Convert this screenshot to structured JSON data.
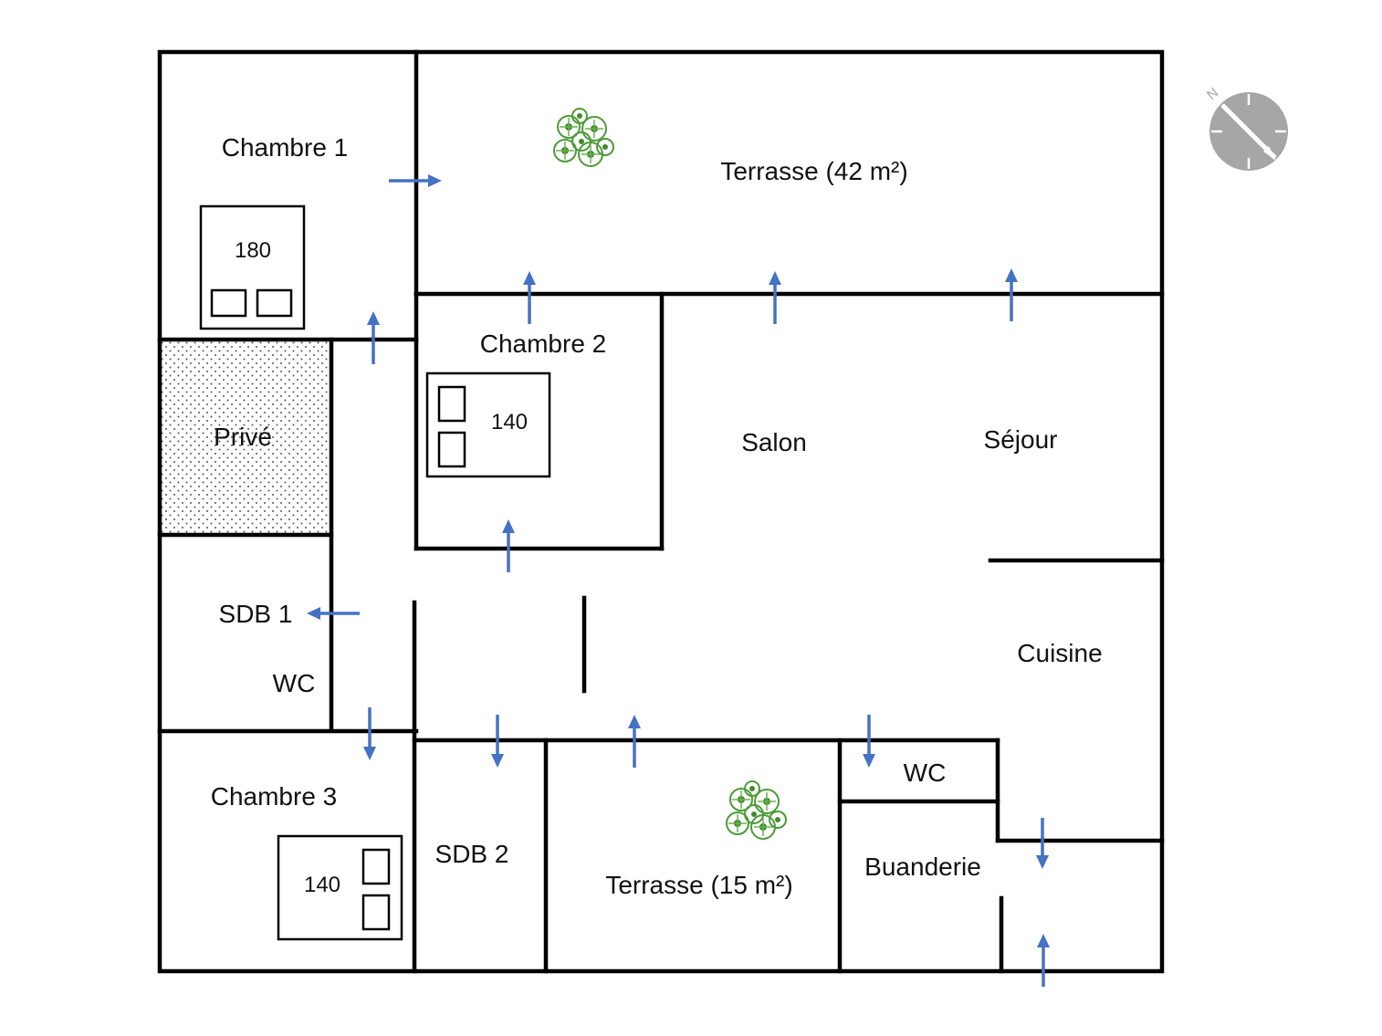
{
  "rooms": {
    "chambre1": "Chambre 1",
    "terrasse_nord": "Terrasse (42 m²)",
    "chambre2": "Chambre 2",
    "salon": "Salon",
    "sejour": "Séjour",
    "prive": "Privé",
    "sdb1": "SDB 1",
    "wc1": "WC",
    "cuisine": "Cuisine",
    "chambre3": "Chambre 3",
    "sdb2": "SDB 2",
    "terrasse_sud": "Terrasse (15 m²)",
    "wc2": "WC",
    "buanderie": "Buanderie"
  },
  "beds": {
    "chambre1_bed": "180",
    "chambre2_bed": "140",
    "chambre3_bed": "140"
  },
  "compass": {
    "north_label": "N",
    "icon": "compass-icon"
  },
  "colors": {
    "walls": "#000000",
    "door_arrows": "#4472c4",
    "compass": "#a6a6a6",
    "plants": "#4e9a3a",
    "prive_pattern": "#555555"
  }
}
